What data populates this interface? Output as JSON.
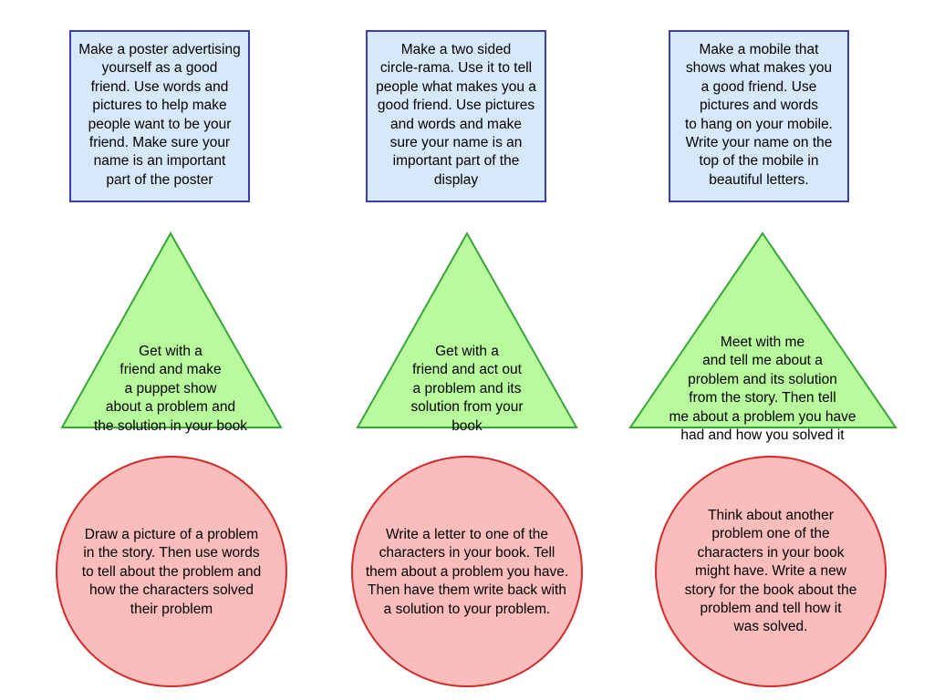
{
  "colors": {
    "box_fill": "#d7e8fb",
    "box_stroke": "#3b3bb3",
    "triangle_fill": "#b8fb9c",
    "triangle_stroke": "#3aa43a",
    "circle_fill": "#fbbcbc",
    "circle_stroke": "#d42a2a"
  },
  "boxes": [
    {
      "lines": [
        "Make a poster advertising",
        "yourself as a good",
        "friend. Use words and",
        "pictures to help make",
        "people want to be your",
        "friend.  Make sure your",
        "name is an important",
        "part of the poster"
      ]
    },
    {
      "lines": [
        "Make a two sided",
        "circle-rama. Use it to tell",
        "people what makes you a",
        "good friend. Use pictures",
        "and words and make",
        "sure your name is an",
        "important part of the",
        "display"
      ]
    },
    {
      "lines": [
        "Make a mobile that",
        "shows what makes you",
        "a good friend. Use",
        "pictures and words",
        "to hang on your mobile.",
        "Write your name on the",
        "top of the mobile in",
        "beautiful letters."
      ]
    }
  ],
  "triangles": [
    {
      "lines": [
        "Get with a",
        "friend and make",
        "a puppet show",
        "about a problem and",
        "the solution in your book"
      ]
    },
    {
      "lines": [
        "Get with a",
        "friend and act out",
        "a problem and its",
        "solution from your",
        "book"
      ]
    },
    {
      "lines": [
        "Meet with me",
        "and tell me about a",
        "problem and its solution",
        "from the story. Then tell",
        "me about a problem you have",
        "had and how you solved it"
      ]
    }
  ],
  "circles": [
    {
      "lines": [
        "Draw a picture of a problem",
        "in the story.  Then use words",
        "to tell about the problem and",
        "how the characters solved",
        "their problem"
      ]
    },
    {
      "lines": [
        "Write a letter to one of the",
        "characters in your book. Tell",
        "them about a problem you have.",
        "Then have them write back with",
        "a solution to your problem."
      ]
    },
    {
      "lines": [
        "Think about another",
        "problem one of the",
        "characters in your book",
        "might have. Write a new",
        "story for the book about the",
        "problem and tell how it",
        "was solved."
      ]
    }
  ]
}
